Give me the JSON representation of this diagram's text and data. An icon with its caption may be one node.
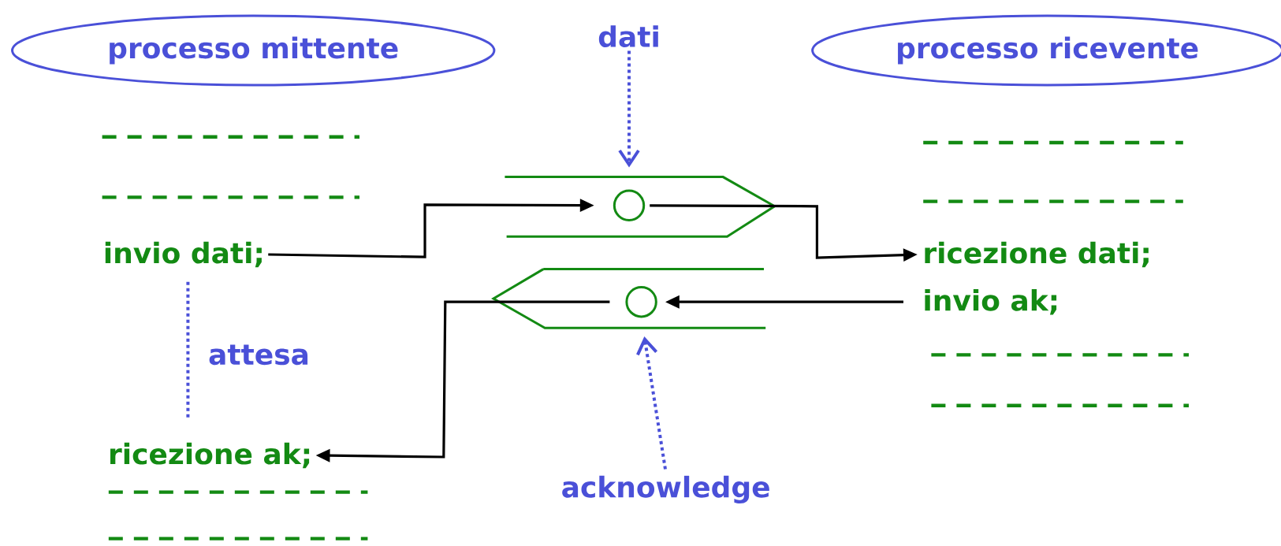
{
  "diagram": {
    "nodes": [
      {
        "text": [
          "processo mittente"
        ]
      },
      {
        "text": [
          "processo ricevente"
        ]
      },
      {
        "text": [
          "dati"
        ]
      },
      {
        "text": [
          "invio dati;"
        ]
      },
      {
        "text": [
          "ricezione ak;"
        ]
      },
      {
        "text": [
          "ricezione dati;"
        ]
      },
      {
        "text": [
          "invio ak;"
        ]
      },
      {
        "text": [
          "acknowledge"
        ]
      },
      {
        "text": [],
        "shape": "circle"
      },
      {
        "text": [],
        "shape": "circle"
      }
    ],
    "edges": [
      {
        "from": 2,
        "to": 8,
        "arrow": "to",
        "style": "dashed",
        "color": "#4a50d8"
      },
      {
        "from": 3,
        "to": 8,
        "arrow": "to"
      },
      {
        "from": 8,
        "to": 5,
        "arrow": "to"
      },
      {
        "from": 6,
        "to": 9,
        "arrow": "to"
      },
      {
        "from": 9,
        "to": 4,
        "arrow": "to"
      },
      {
        "from": 7,
        "to": 9,
        "arrow": "to",
        "style": "dashed",
        "color": "#4a50d8"
      },
      {
        "from": 3,
        "to": 4,
        "arrow": "none",
        "style": "dashed",
        "color": "#4a50d8",
        "label": "attesa"
      }
    ]
  }
}
